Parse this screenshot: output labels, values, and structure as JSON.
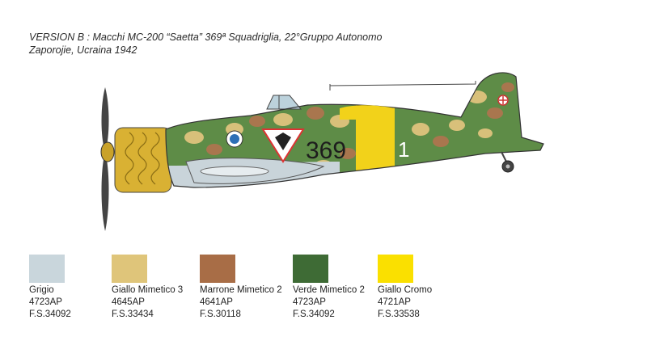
{
  "caption": {
    "line1": "VERSION B : Macchi MC-200 “Saetta” 369ª Squadriglia, 22°Gruppo Autonomo",
    "line2": "Zaporojie, Ucraina 1942"
  },
  "aircraft": {
    "fuselage_number": "369",
    "aft_number": "1",
    "colors": {
      "camo_green": "#5e8c47",
      "camo_sand": "#d8c07a",
      "camo_brown": "#a9764e",
      "yellow": "#f2d21a",
      "underside": "#c9d4da",
      "cowl": "#d9b133",
      "propeller": "#444444"
    }
  },
  "swatches": [
    {
      "name": "Grigio",
      "code": "4723AP",
      "fs": "F.S.34092",
      "color": "#c9d6dc"
    },
    {
      "name": "Giallo Mimetico 3",
      "code": "4645AP",
      "fs": "F.S.33434",
      "color": "#dfc57a"
    },
    {
      "name": "Marrone Mimetico 2",
      "code": "4641AP",
      "fs": "F.S.30118",
      "color": "#a86d46"
    },
    {
      "name": "Verde Mimetico 2",
      "code": "4723AP",
      "fs": "F.S.34092",
      "color": "#3e6b35"
    },
    {
      "name": "Giallo Cromo",
      "code": "4721AP",
      "fs": "F.S.33538",
      "color": "#fae000"
    }
  ]
}
